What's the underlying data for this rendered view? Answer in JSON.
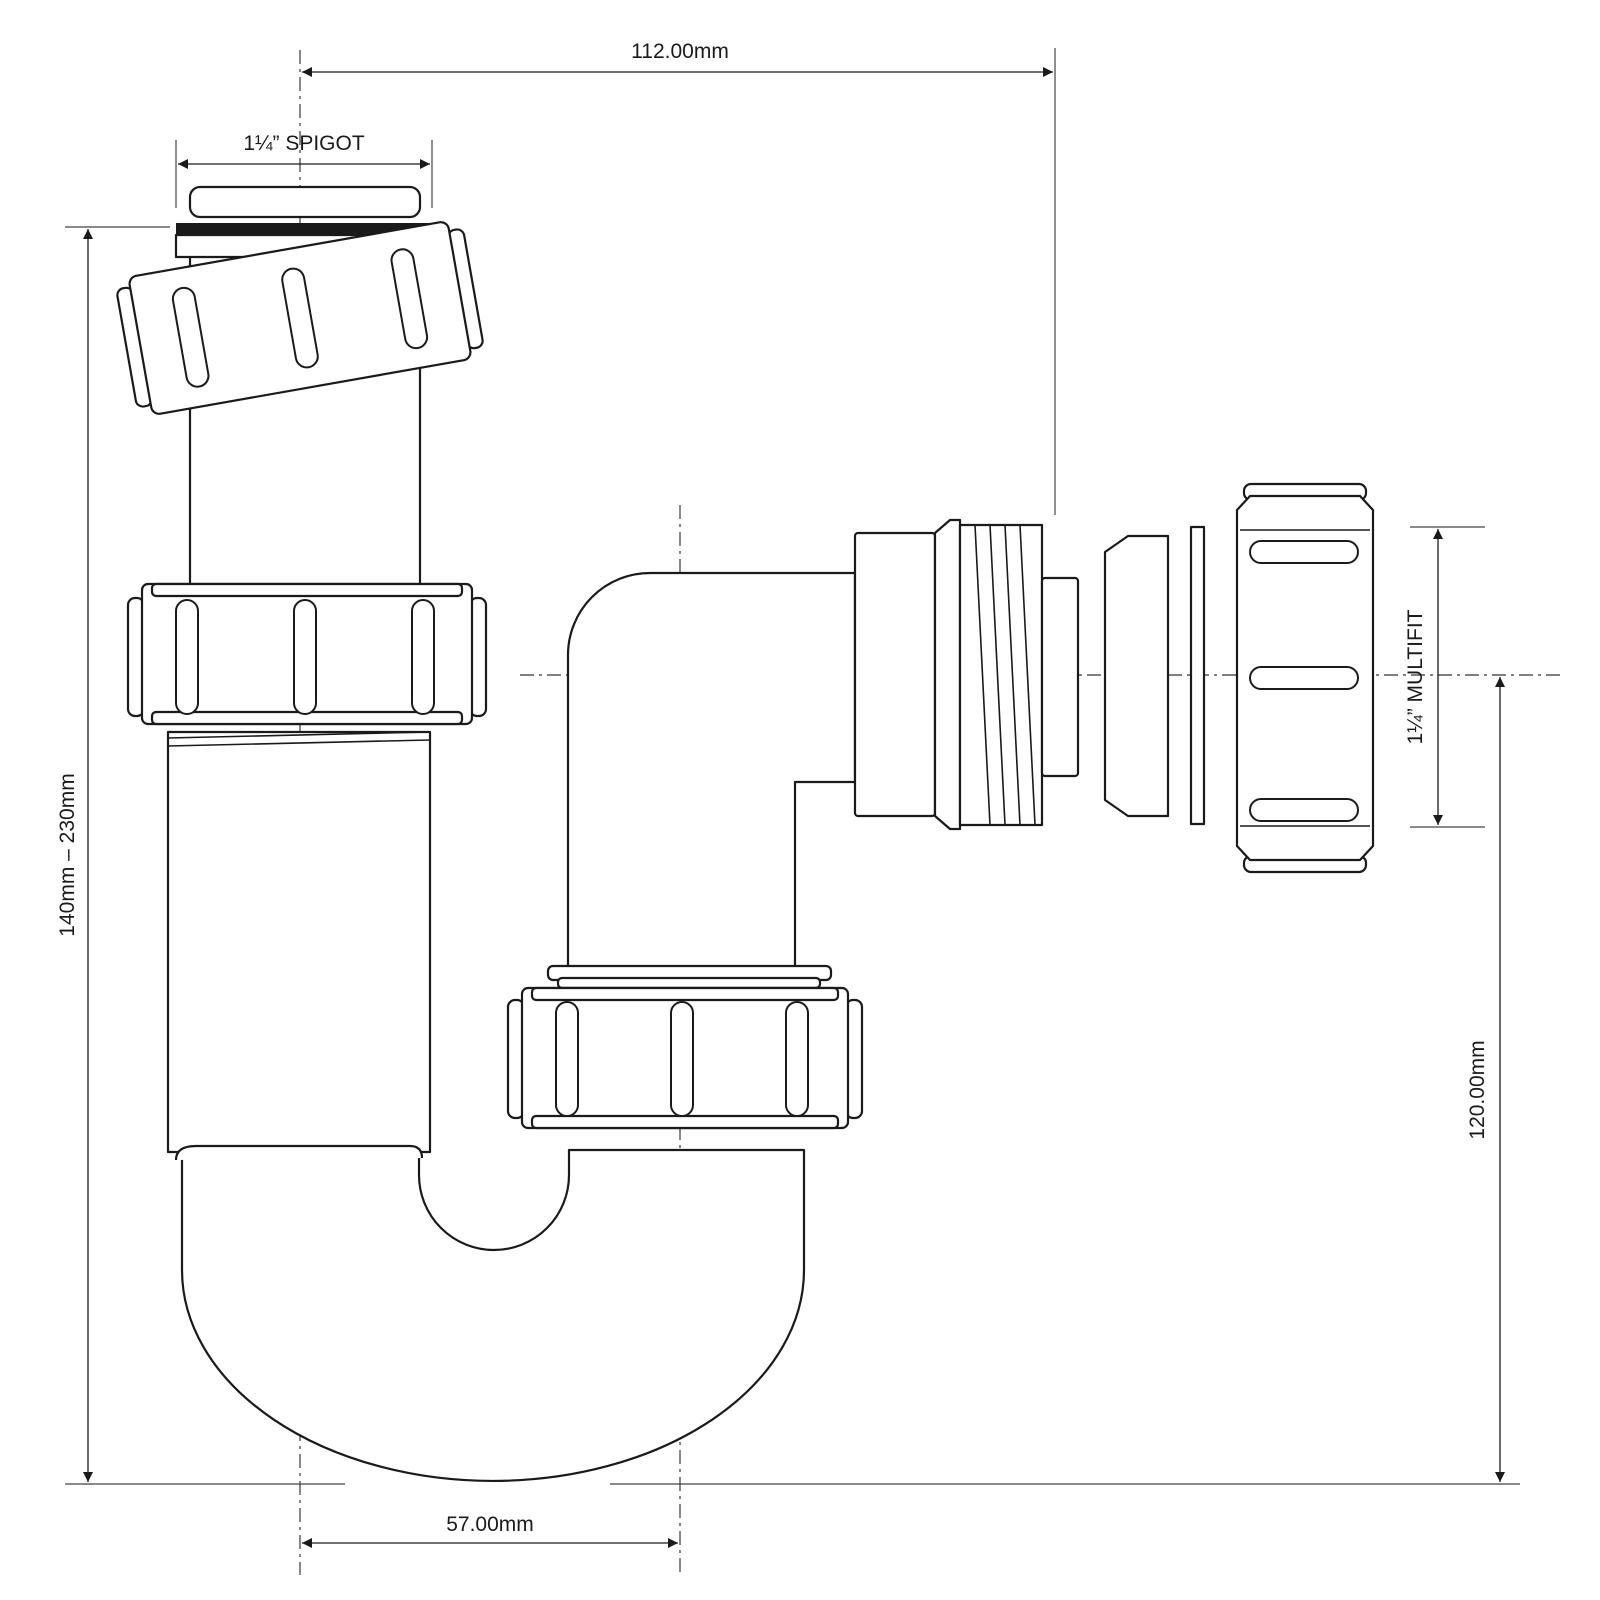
{
  "diagram": {
    "labels": {
      "spigot": "1¼” SPIGOT",
      "top_width": "112.00mm",
      "height_range": "140mm – 230mm",
      "multifit": "1¼” MULTIFIT",
      "outlet_height": "120.00mm",
      "trap_offset": "57.00mm"
    },
    "colors": {
      "line": "#1a1a1a",
      "background": "#ffffff"
    }
  }
}
